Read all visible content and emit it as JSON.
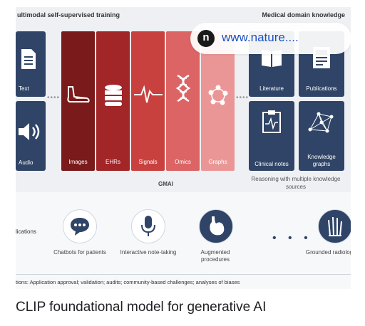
{
  "source": {
    "url": "www.nature....",
    "logo_letter": "n"
  },
  "caption": "CLIP foundational model for generative AI",
  "figure": {
    "header_left": "ultimodal self-supervised training",
    "header_right": "Medical domain knowledge",
    "left_cards": [
      {
        "label": "Text",
        "icon": "document-icon"
      },
      {
        "label": "Audio",
        "icon": "speaker-icon"
      }
    ],
    "stacks": [
      {
        "label": "Images",
        "icon": "foot-xray-icon",
        "color": "#7a1a1a"
      },
      {
        "label": "EHRs",
        "icon": "database-icon",
        "color": "#a22527"
      },
      {
        "label": "Signals",
        "icon": "waveform-icon",
        "color": "#c8413f"
      },
      {
        "label": "Omics",
        "icon": "dna-icon",
        "color": "#dc6464"
      },
      {
        "label": "Graphs",
        "icon": "graph-nodes-icon",
        "color": "#eb9696"
      }
    ],
    "right_cards": [
      {
        "label": "Literature",
        "icon": "book-icon"
      },
      {
        "label": "Publications",
        "icon": "publication-icon"
      },
      {
        "label": "Clinical notes",
        "icon": "clipboard-icon"
      },
      {
        "label": "Knowledge graphs",
        "icon": "network-icon"
      }
    ],
    "model_label": "GMAI",
    "reasoning": "Reasoning with multiple knowledge sources",
    "applications_label": "lications",
    "applications": [
      {
        "label": "Chatbots for patients",
        "icon": "chat-bubble-icon"
      },
      {
        "label": "Interactive note-taking",
        "icon": "microphone-icon"
      },
      {
        "label": "Augmented procedures",
        "icon": "stomach-icon"
      },
      {
        "label": "Grounded radiology",
        "icon": "hand-xray-icon"
      }
    ],
    "ellipsis": "• • •",
    "footer": "tions: Application approval; validation; audits; community-based challenges; analyses of biases"
  },
  "colors": {
    "navy": "#2f4466",
    "link": "#1a4fc4"
  }
}
